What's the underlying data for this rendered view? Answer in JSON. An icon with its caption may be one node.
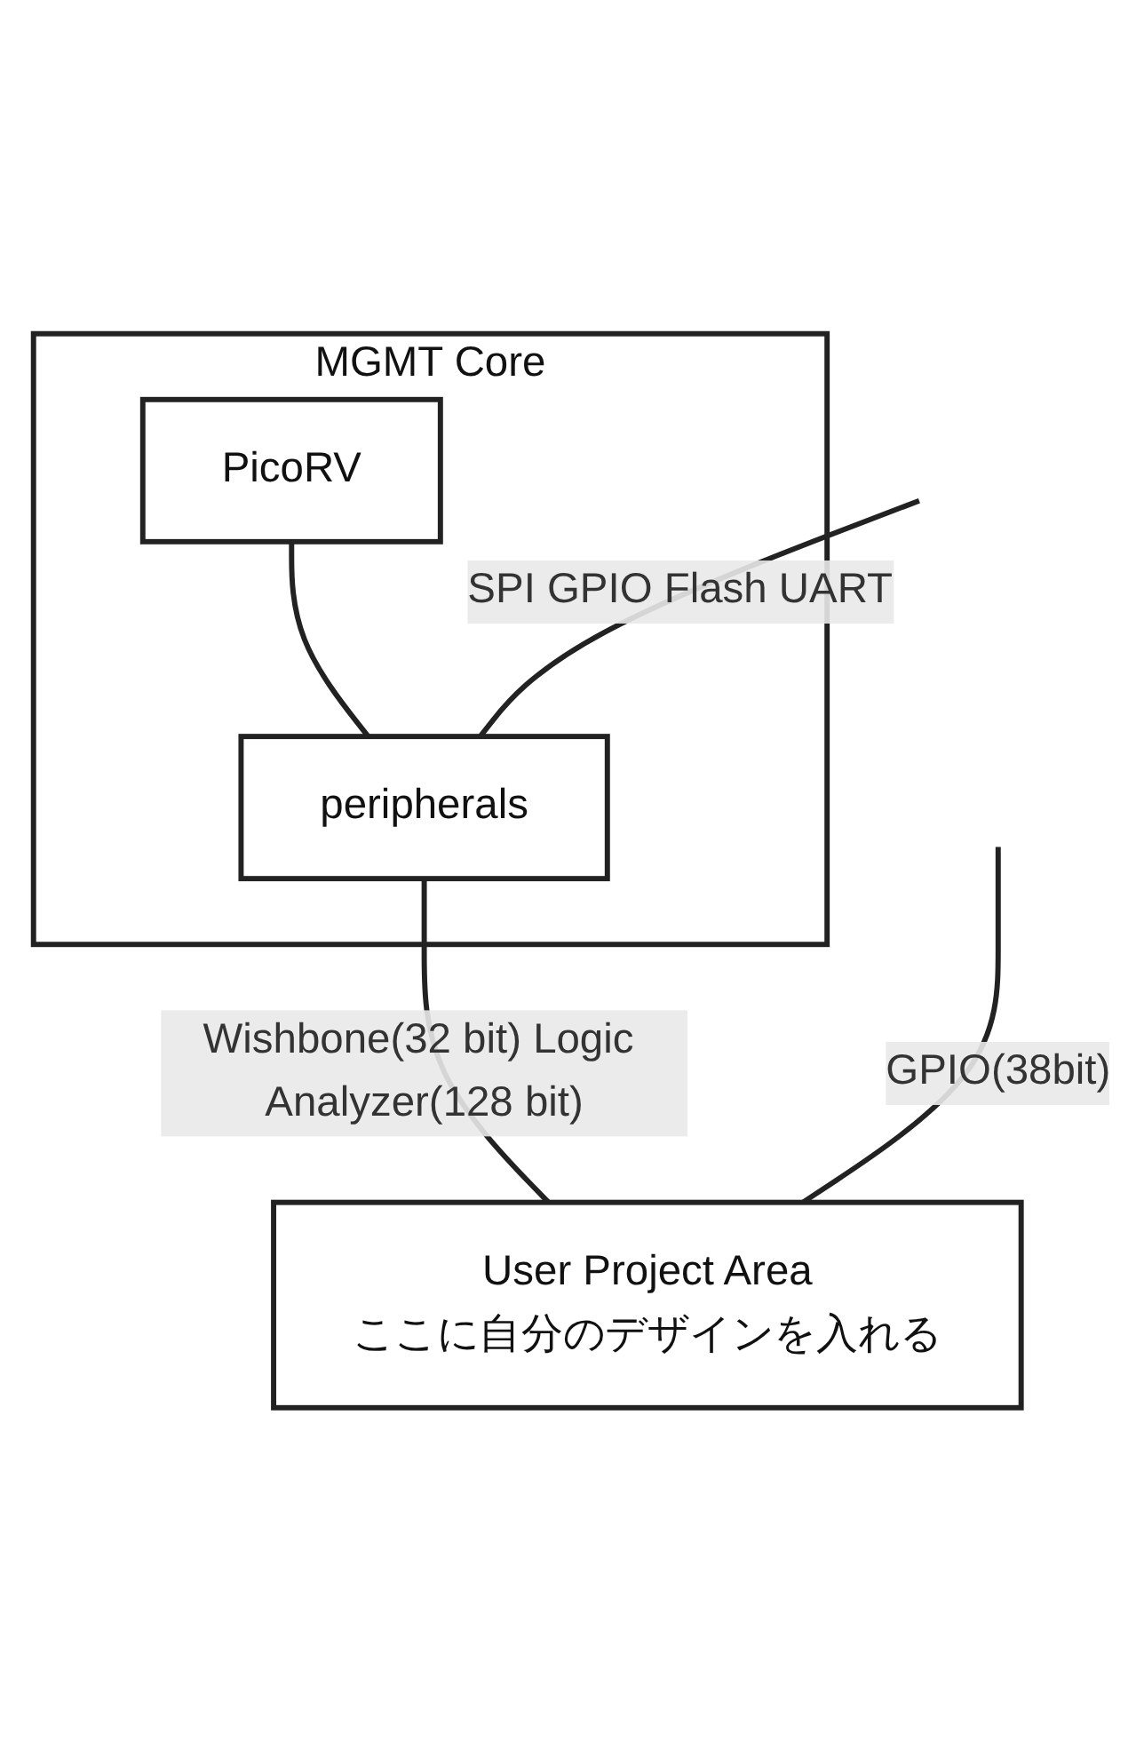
{
  "diagram": {
    "nodes": [
      {
        "text": [
          "MGMT Core"
        ]
      },
      {
        "text": [
          "PicoRV"
        ],
        "in": 0
      },
      {
        "text": [
          "peripherals"
        ],
        "in": 0
      },
      {
        "text": [
          "User Project Area",
          "ここに自分のデザインを入れる"
        ]
      }
    ],
    "edges": [
      {
        "from": 1,
        "to": 2,
        "arrow": "none"
      },
      {
        "from": 2,
        "to": null,
        "arrow": "none",
        "label": "SPI GPIO Flash UART"
      },
      {
        "from": 2,
        "to": 3,
        "arrow": "none",
        "label": "Wishbone(32 bit) Logic Analyzer(128 bit)"
      },
      {
        "from": null,
        "to": 3,
        "arrow": "none",
        "label": "GPIO(38bit)"
      }
    ]
  }
}
